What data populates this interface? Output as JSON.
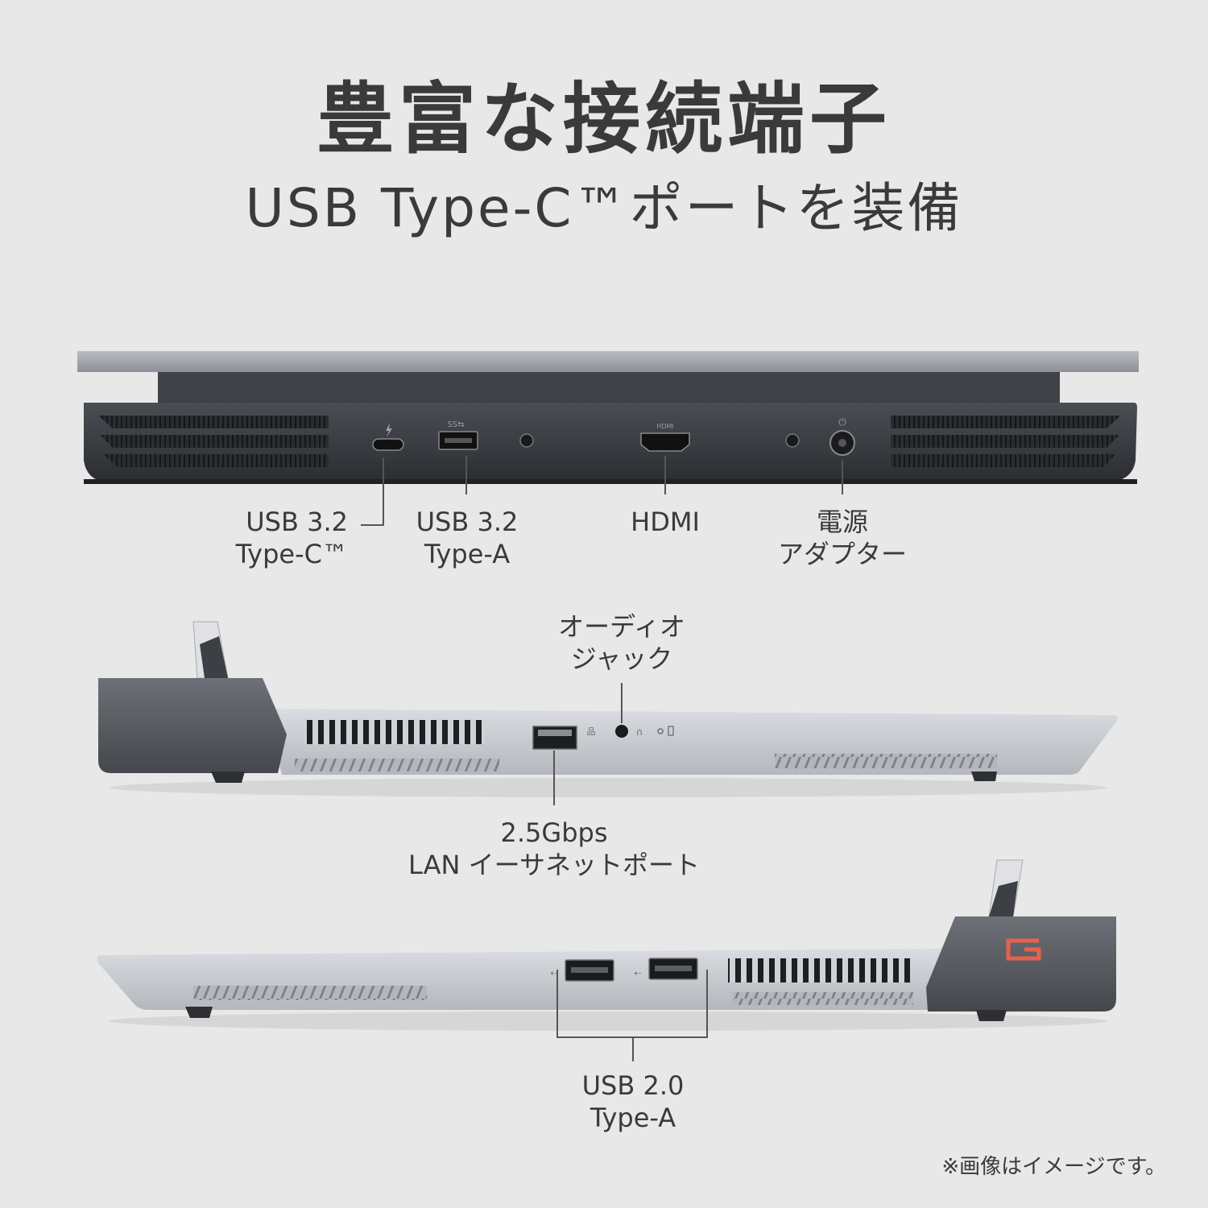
{
  "heading": {
    "title": "豊富な接続端子",
    "subtitle": "USB Type-C™ポートを装備"
  },
  "rear_view": {
    "labels": [
      {
        "line1": "USB 3.2",
        "line2": "Type-C™"
      },
      {
        "line1": "USB 3.2",
        "line2": "Type-A"
      },
      {
        "line1": "HDMI",
        "line2": ""
      },
      {
        "line1": "電源",
        "line2": "アダプター"
      }
    ]
  },
  "left_side_view": {
    "audio_label": {
      "line1": "オーディオ",
      "line2": "ジャック"
    },
    "lan_label": {
      "line1": "2.5Gbps",
      "line2": "LAN イーサネットポート"
    }
  },
  "right_side_view": {
    "usb_label": {
      "line1": "USB 2.0",
      "line2": "Type-A"
    },
    "logo_letter": "G"
  },
  "footnote": "※画像はイメージです。",
  "colors": {
    "background": "#e8e8e8",
    "text": "#3a3a3a",
    "chassis_dark": "#3c3f44",
    "chassis_light": "#c9cdd3",
    "logo_accent": "#e8604c"
  }
}
